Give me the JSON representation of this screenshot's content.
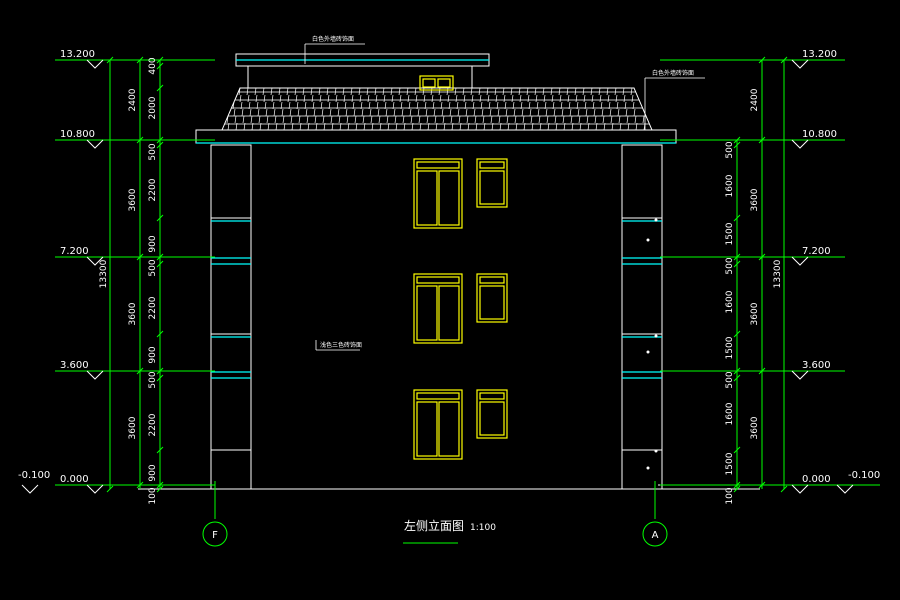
{
  "drawing": {
    "title": "左侧立面图",
    "scale": "1:100",
    "note_roof_top": "白色外墙砖饰面",
    "note_roof_right": "白色外墙砖饰面",
    "note_wall": "浅色三色砖饰面"
  },
  "elevations_left": [
    {
      "label": "13.200"
    },
    {
      "label": "10.800"
    },
    {
      "label": "7.200"
    },
    {
      "label": "3.600"
    },
    {
      "label": "0.000"
    },
    {
      "label": "-0.100"
    }
  ],
  "elevations_right": [
    {
      "label": "13.200"
    },
    {
      "label": "10.800"
    },
    {
      "label": "7.200"
    },
    {
      "label": "3.600"
    },
    {
      "label": "0.000"
    },
    {
      "label": "-0.100"
    }
  ],
  "dims_left_inner": [
    "400",
    "2000",
    "500",
    "2200",
    "900",
    "500",
    "2200",
    "900",
    "500",
    "2200",
    "900",
    "100"
  ],
  "dims_left_mid": [
    "2400",
    "3600",
    "3600",
    "3600"
  ],
  "dims_left_total": "13300",
  "dims_right_inner": [
    "500",
    "1600",
    "1500",
    "500",
    "1600",
    "1500",
    "500",
    "1600",
    "1500",
    "100"
  ],
  "dims_right_mid": [
    "2400",
    "3600",
    "3600",
    "3600"
  ],
  "dims_right_total": "13300",
  "axes": [
    {
      "label": "F"
    },
    {
      "label": "A"
    }
  ],
  "colors": {
    "outline": "#ffffff",
    "dimension": "#00ff00",
    "window": "#ffff00",
    "band": "#00ffff"
  }
}
